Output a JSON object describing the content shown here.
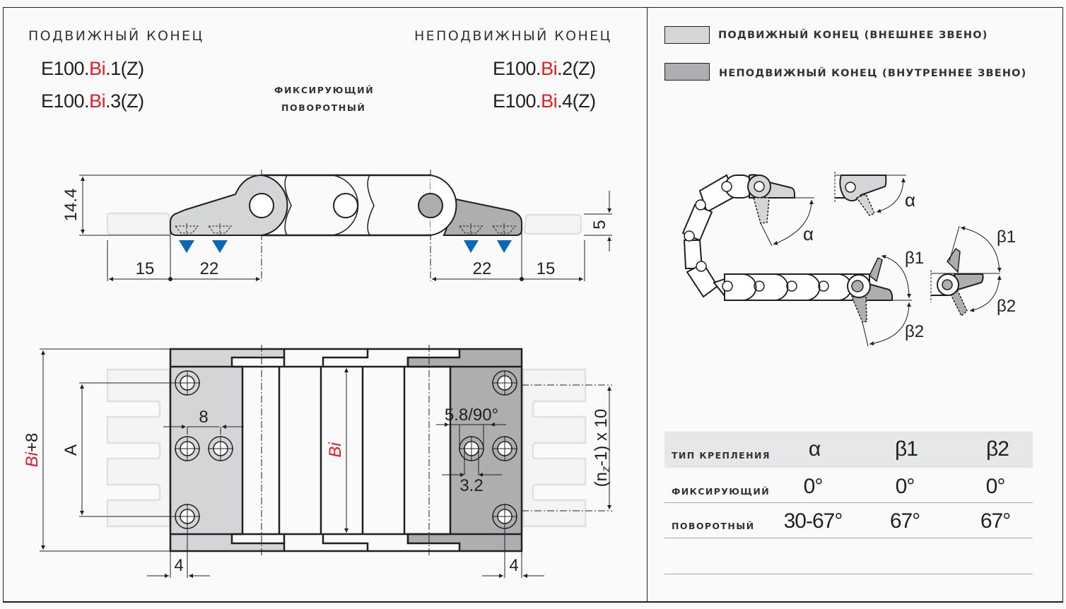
{
  "colors": {
    "moving_end_fill": "#d4d5d7",
    "fixed_end_fill": "#aeaeb0",
    "accent_red": "#e31e24",
    "marker_blue": "#0a69b4",
    "outline": "#231f20"
  },
  "left_panel": {
    "moving_end": {
      "title": "ПОДВИЖНЫЙ КОНЕЦ",
      "codes": [
        {
          "prefix": "E100.",
          "mid": "Bi",
          "suffix": ".1(Z)"
        },
        {
          "prefix": "E100.",
          "mid": "Bi",
          "suffix": ".3(Z)"
        }
      ]
    },
    "fixed_end": {
      "title": "НЕПОДВИЖНЫЙ КОНЕЦ",
      "codes": [
        {
          "prefix": "E100.",
          "mid": "Bi",
          "suffix": ".2(Z)"
        },
        {
          "prefix": "E100.",
          "mid": "Bi",
          "suffix": ".4(Z)"
        }
      ]
    },
    "type_labels": [
      "ФИКСИРУЮЩИЙ",
      "ПОВОРОТНЫЙ"
    ],
    "side_view_dims": {
      "height": "14.4",
      "left_offset": "15",
      "left_span": "22",
      "right_span": "22",
      "right_offset": "15",
      "thickness": "5"
    },
    "top_view_dims": {
      "outer_width": "Bi+8",
      "outer_width_prefix": "Bi",
      "outer_width_suffix": "+8",
      "hole_spacing_label": "A",
      "hole_pitch": "8",
      "inner_width": "Bi",
      "countersink": "5.8/90°",
      "hole_diameter": "3.2",
      "pitch_formula_prefix": "(n",
      "pitch_formula_sub": "z",
      "pitch_formula_suffix": "-1) x 10",
      "left_edge": "4",
      "right_edge": "4"
    }
  },
  "legend": [
    {
      "label": "ПОДВИЖНЫЙ КОНЕЦ (ВНЕШНЕЕ ЗВЕНО)",
      "color": "#d4d5d7"
    },
    {
      "label": "НЕПОДВИЖНЫЙ КОНЕЦ (ВНУТРЕННЕЕ ЗВЕНО)",
      "color": "#aeaeb0"
    }
  ],
  "angle_diagram": {
    "alpha": "α",
    "beta1": "β1",
    "beta2": "β2"
  },
  "table": {
    "header": {
      "type_label": "ТИП КРЕПЛЕНИЯ",
      "cols": [
        "α",
        "β1",
        "β2"
      ]
    },
    "rows": [
      {
        "label": "ФИКСИРУЮЩИЙ",
        "values": [
          "0°",
          "0°",
          "0°"
        ]
      },
      {
        "label": "ПОВОРОТНЫЙ",
        "values": [
          "30-67°",
          "67°",
          "67°"
        ]
      }
    ]
  }
}
